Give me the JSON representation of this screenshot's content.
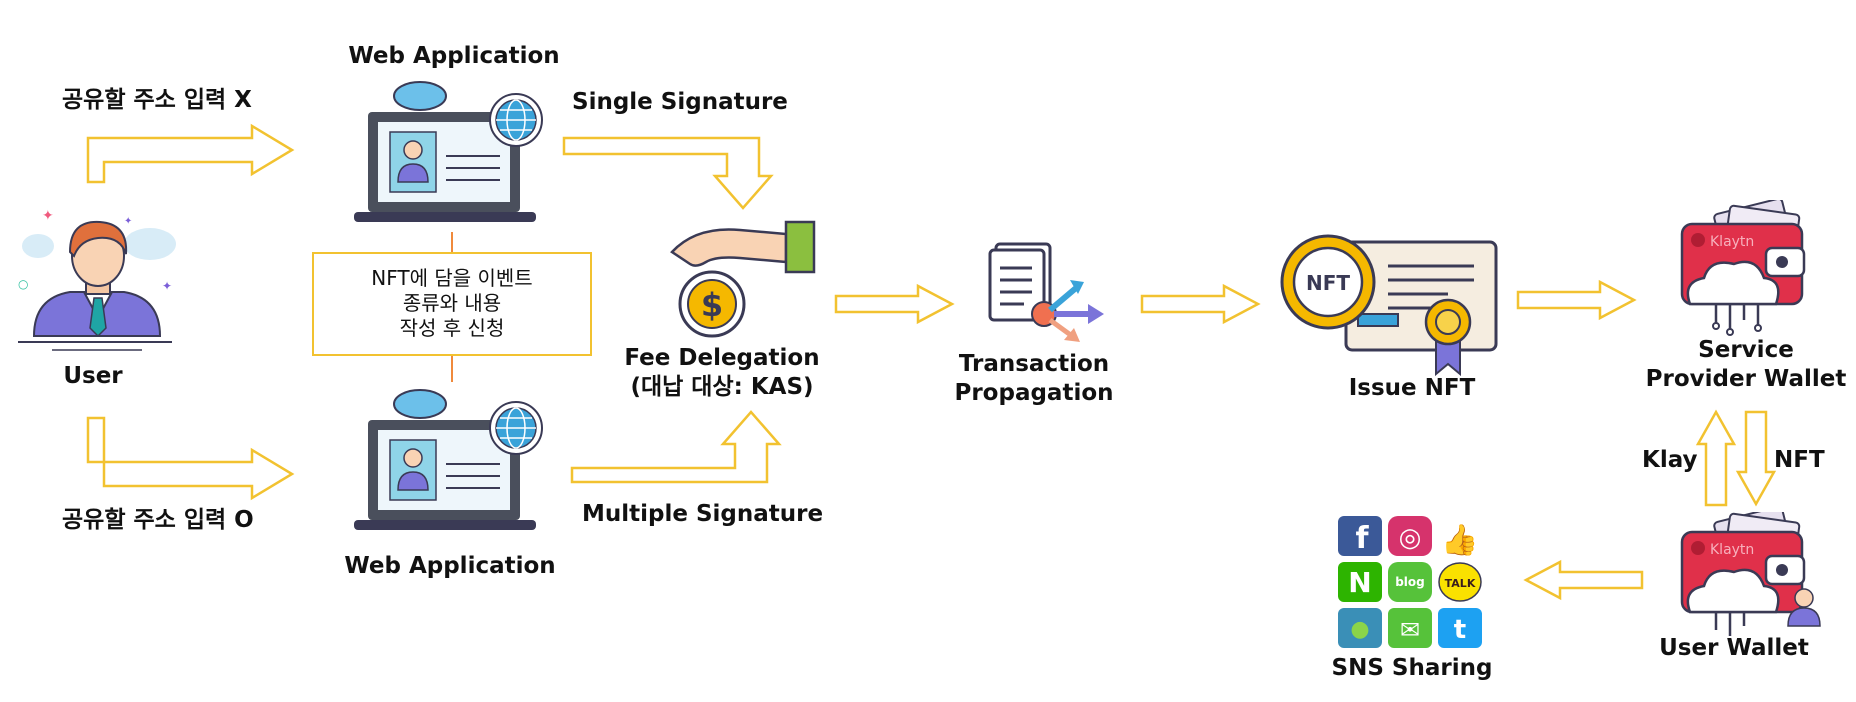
{
  "labels": {
    "user": "User",
    "share_address_x": "공유할 주소 입력 X",
    "share_address_o": "공유할 주소 입력 O",
    "web_app_top": "Web Application",
    "web_app_bottom": "Web Application",
    "single_signature": "Single Signature",
    "multiple_signature": "Multiple Signature",
    "nft_event_box": [
      "NFT에 담을 이벤트",
      "종류와 내용",
      "작성 후 신청"
    ],
    "fee_delegation": [
      "Fee Delegation",
      "(대납 대상: KAS)"
    ],
    "transaction_propagation": [
      "Transaction",
      "Propagation"
    ],
    "issue_nft": "Issue NFT",
    "nft_badge": "NFT",
    "service_provider_wallet": [
      "Service",
      "Provider Wallet"
    ],
    "klay": "Klay",
    "nft": "NFT",
    "user_wallet": "User Wallet",
    "sns_sharing": "SNS Sharing",
    "klaytn_brand": "Klaytn",
    "dollar": "$",
    "sns_glyphs": {
      "facebook": "f",
      "instagram": "◎",
      "like": "👍",
      "naver": "N",
      "blog": "blog",
      "talk": "TALK",
      "map": "●",
      "mail": "✉",
      "twitter": "t"
    }
  },
  "colors": {
    "arrow_outline": "#f2c230",
    "laptop_dark": "#4a4f5c",
    "screen_blue": "#8fd4e8",
    "wallet_red": "#e0304a",
    "nft_gold": "#f5b800",
    "cloud_blue": "#6cc0ea"
  }
}
